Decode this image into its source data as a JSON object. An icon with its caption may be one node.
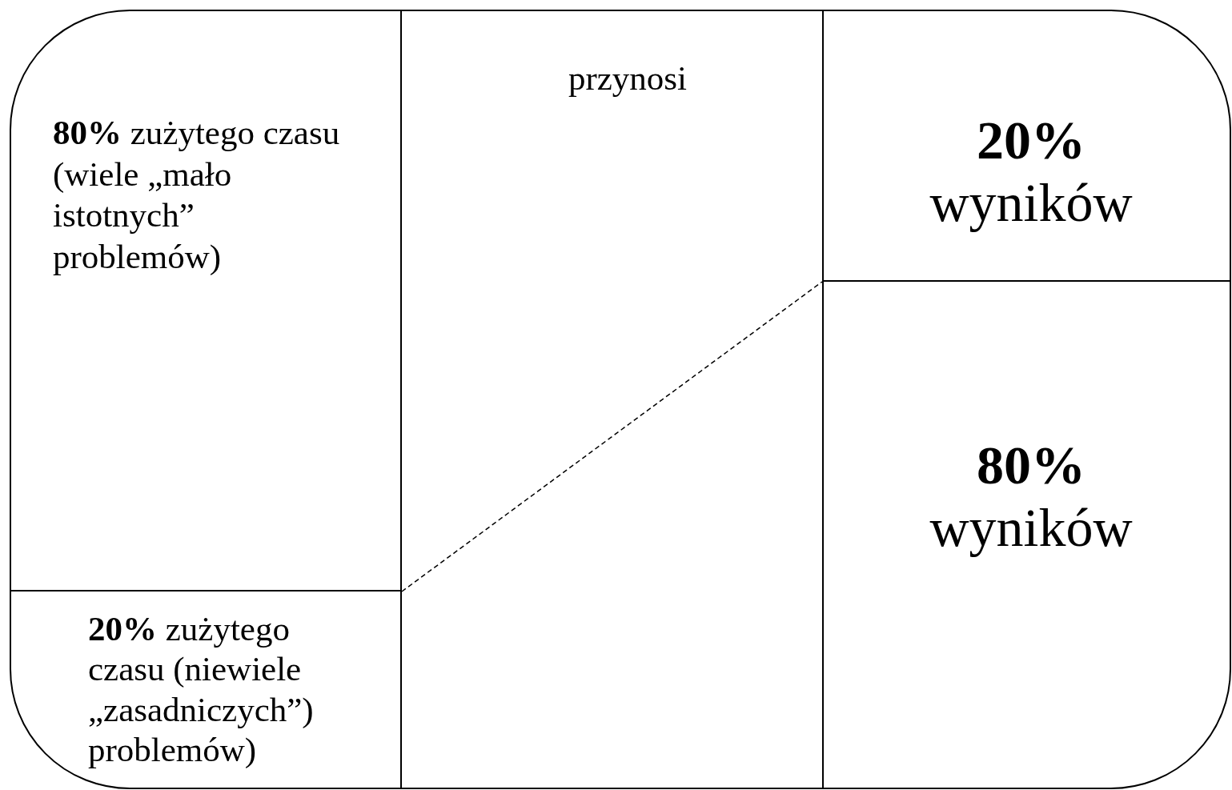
{
  "diagram": {
    "nodes": [
      {
        "text": [],
        "shape": "box"
      },
      {
        "text": [
          "**80%** zużytego czasu (wiele „mało istotnych” problemów)"
        ],
        "in": 0
      },
      {
        "text": [
          "**20%** zużytego czasu (niewiele „zasadniczych”) problemów)"
        ],
        "in": 0
      },
      {
        "text": [
          "przynosi"
        ],
        "in": 0
      },
      {
        "text": [
          "**20%** wyników"
        ],
        "in": 0
      },
      {
        "text": [
          "**80%** wyników"
        ],
        "in": 0
      }
    ],
    "edges": [
      {
        "from": 2,
        "to": 4,
        "arrow": "none",
        "style": "dashed"
      }
    ]
  }
}
